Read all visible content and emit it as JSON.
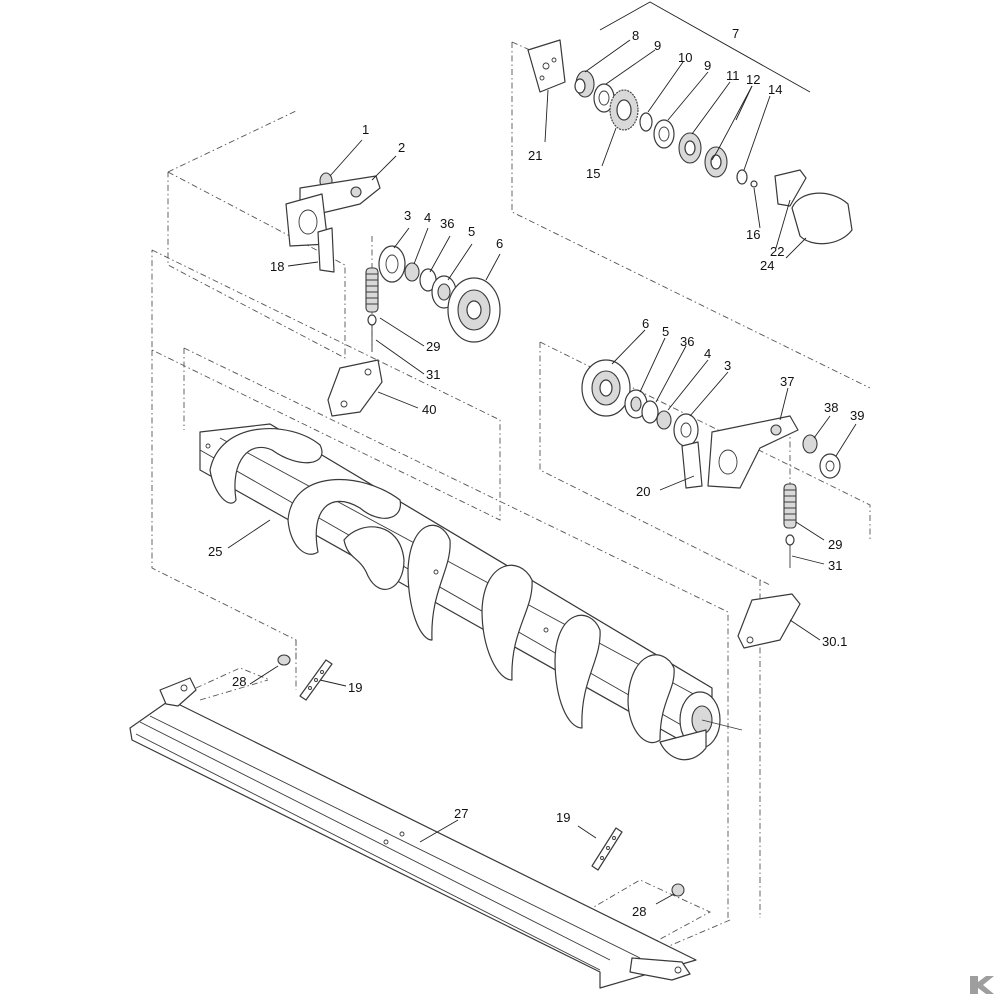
{
  "diagram": {
    "labels": [
      {
        "id": "1",
        "text": "1"
      },
      {
        "id": "2",
        "text": "2"
      },
      {
        "id": "3a",
        "text": "3"
      },
      {
        "id": "4a",
        "text": "4"
      },
      {
        "id": "36a",
        "text": "36"
      },
      {
        "id": "5a",
        "text": "5"
      },
      {
        "id": "6a",
        "text": "6"
      },
      {
        "id": "18",
        "text": "18"
      },
      {
        "id": "29a",
        "text": "29"
      },
      {
        "id": "31a",
        "text": "31"
      },
      {
        "id": "40",
        "text": "40"
      },
      {
        "id": "7",
        "text": "7"
      },
      {
        "id": "8",
        "text": "8"
      },
      {
        "id": "9a",
        "text": "9"
      },
      {
        "id": "10",
        "text": "10"
      },
      {
        "id": "9b",
        "text": "9"
      },
      {
        "id": "11",
        "text": "11"
      },
      {
        "id": "12",
        "text": "12"
      },
      {
        "id": "14",
        "text": "14"
      },
      {
        "id": "21",
        "text": "21"
      },
      {
        "id": "15",
        "text": "15"
      },
      {
        "id": "16",
        "text": "16"
      },
      {
        "id": "22",
        "text": "22"
      },
      {
        "id": "24",
        "text": "24"
      },
      {
        "id": "6b",
        "text": "6"
      },
      {
        "id": "5b",
        "text": "5"
      },
      {
        "id": "36b",
        "text": "36"
      },
      {
        "id": "4b",
        "text": "4"
      },
      {
        "id": "3b",
        "text": "3"
      },
      {
        "id": "37",
        "text": "37"
      },
      {
        "id": "38",
        "text": "38"
      },
      {
        "id": "39",
        "text": "39"
      },
      {
        "id": "20",
        "text": "20"
      },
      {
        "id": "29b",
        "text": "29"
      },
      {
        "id": "31b",
        "text": "31"
      },
      {
        "id": "30_1",
        "text": "30.1"
      },
      {
        "id": "25",
        "text": "25"
      },
      {
        "id": "28a",
        "text": "28"
      },
      {
        "id": "19a",
        "text": "19"
      },
      {
        "id": "27",
        "text": "27"
      },
      {
        "id": "19b",
        "text": "19"
      },
      {
        "id": "28b",
        "text": "28"
      }
    ]
  },
  "colors": {
    "line": "#3a3a3a",
    "shade": "#d9d9d9",
    "logo": "#9e9e9e"
  },
  "icons": {
    "logo": "brand-k-logo"
  }
}
